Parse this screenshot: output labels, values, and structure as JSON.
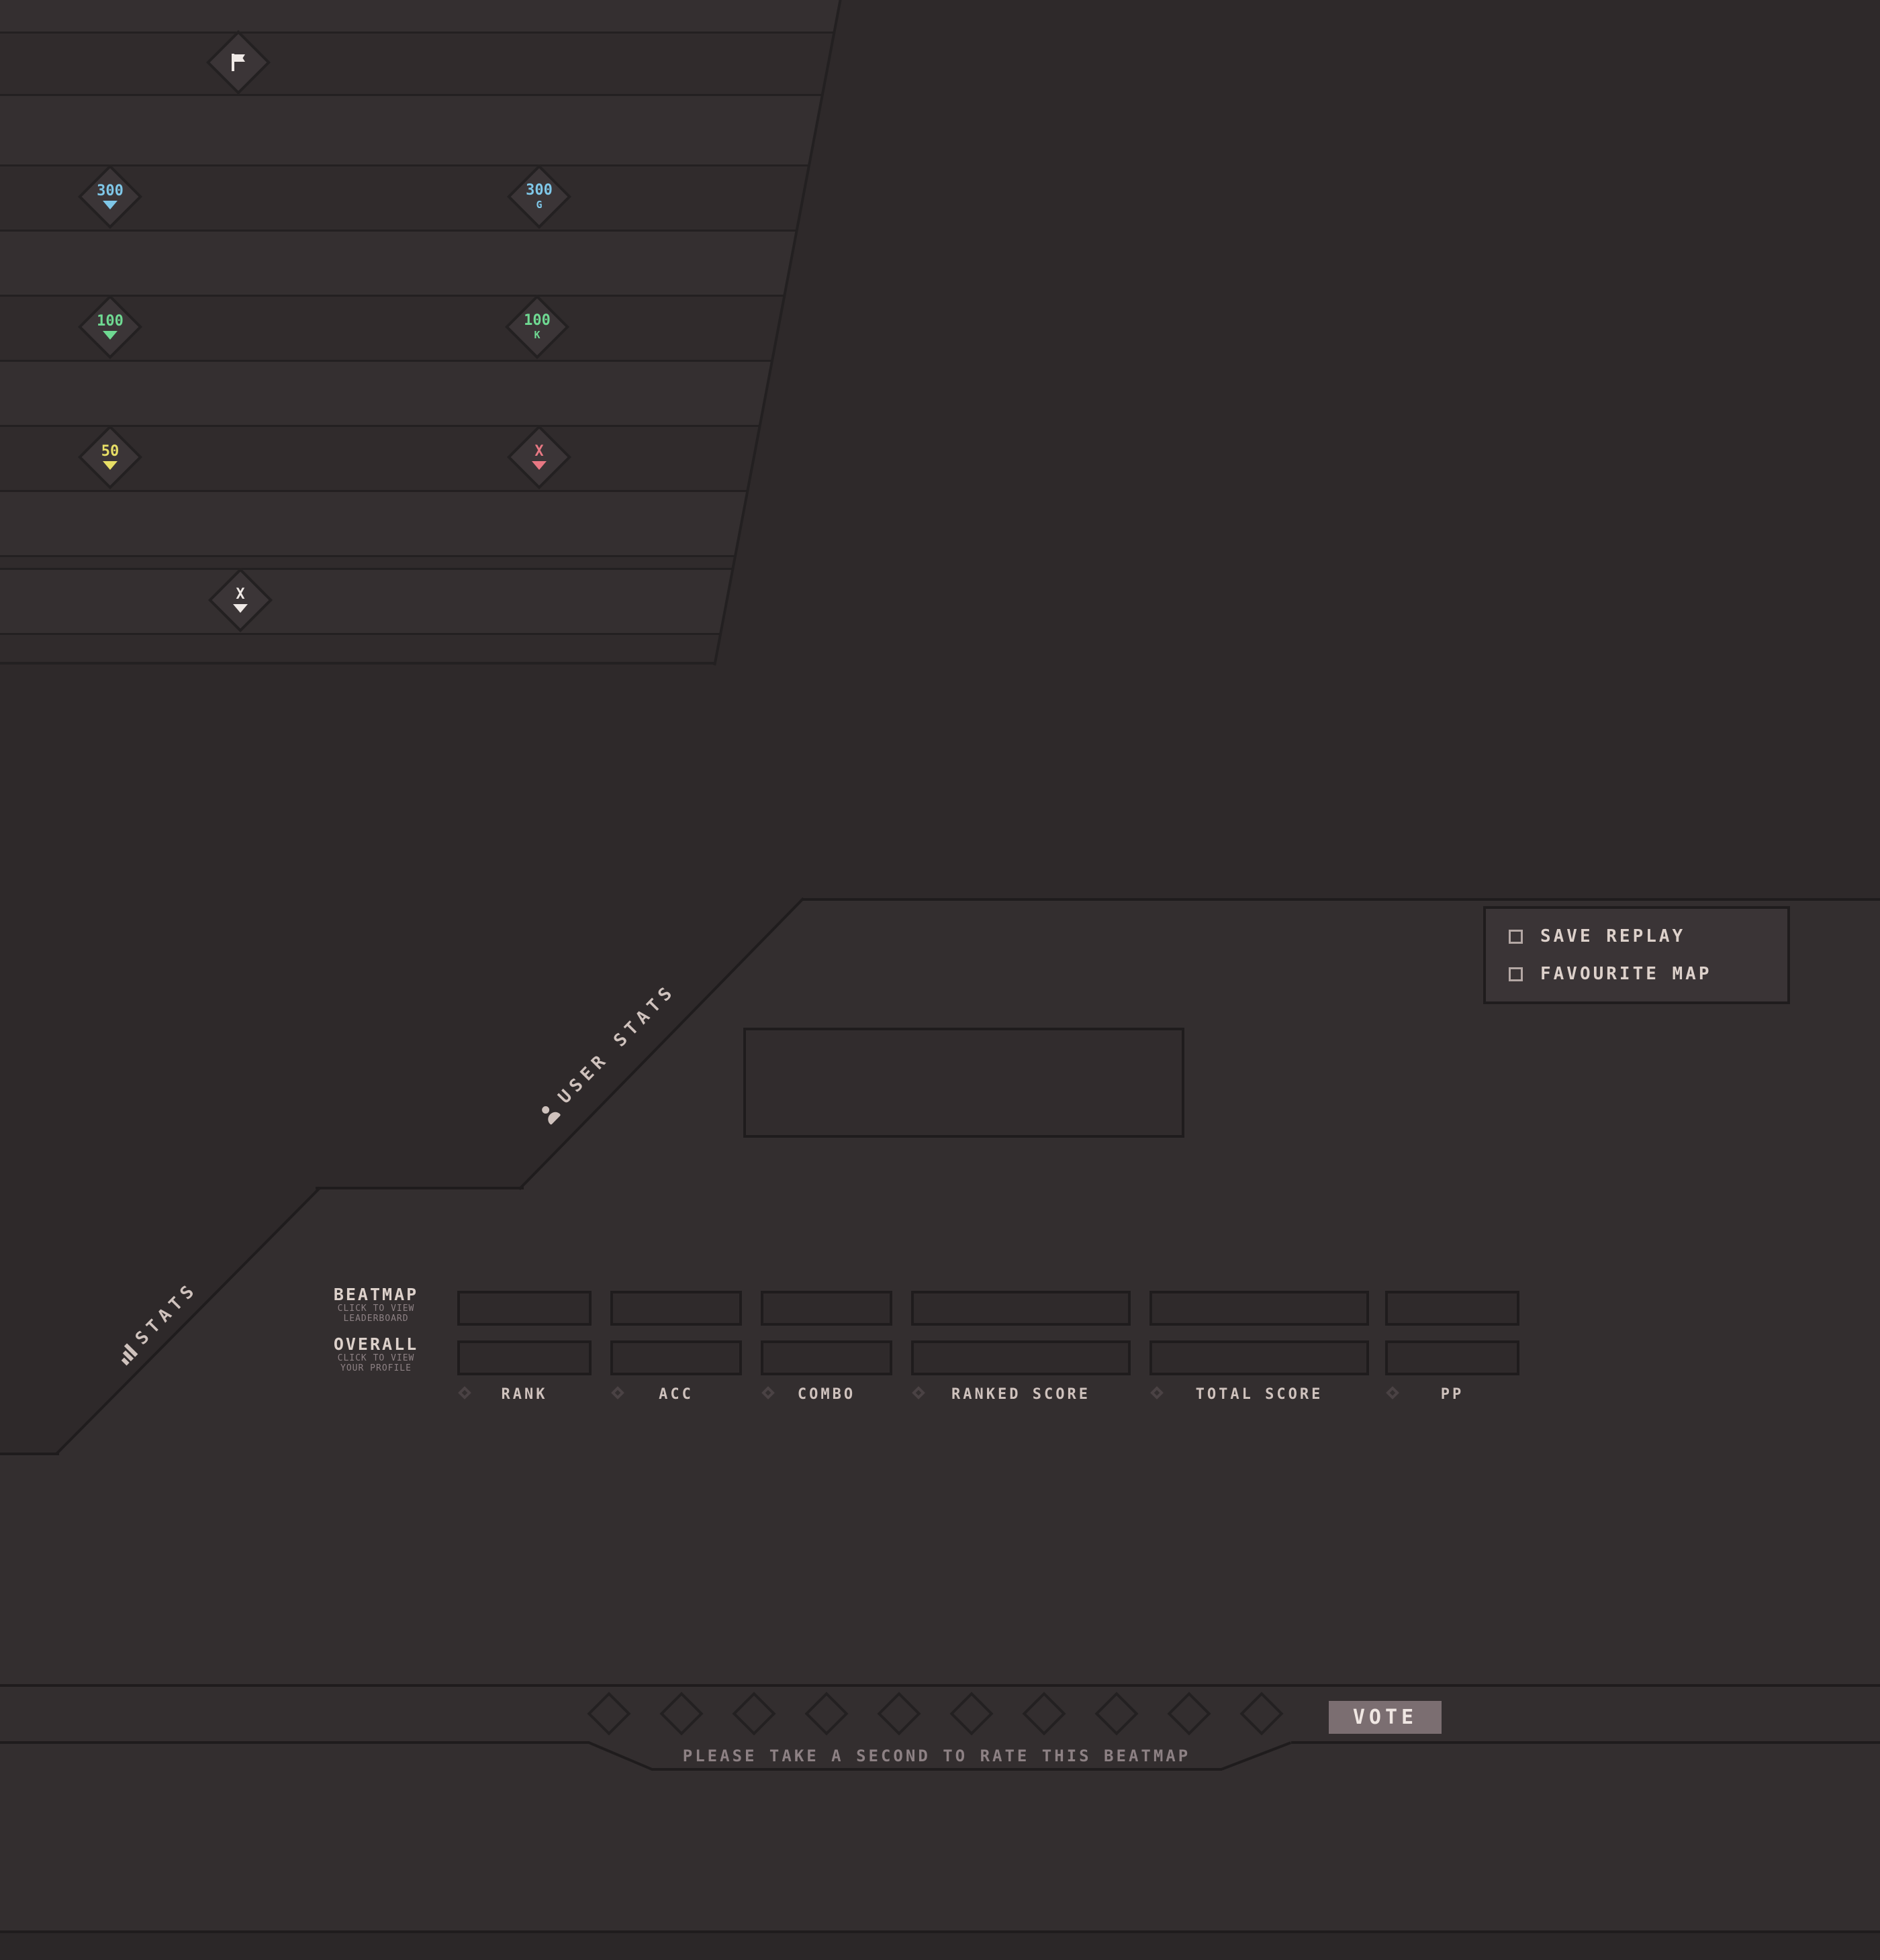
{
  "colors": {
    "background": "#2e292a",
    "panel": "#332e2f",
    "line": "#1f1c1d",
    "hit300_blue": "#7fc7e8",
    "hit100_green": "#6fd992",
    "hit50_yellow": "#e8df66",
    "miss_red": "#e87883",
    "white": "#efe9e6",
    "text": "#ddd1cb",
    "muted_text": "#8d8184",
    "vote_button_bg": "#7b6e71"
  },
  "score_panel": {
    "hits": {
      "flag": {
        "name": "flag"
      },
      "h300": {
        "label": "300"
      },
      "h300g": {
        "label": "300",
        "letter": "G"
      },
      "h100": {
        "label": "100"
      },
      "h100k": {
        "label": "100",
        "letter": "K"
      },
      "h50": {
        "label": "50"
      },
      "miss": {
        "label": "X"
      },
      "xmark": {
        "label": "X"
      }
    }
  },
  "actions": {
    "save_replay": "SAVE REPLAY",
    "favourite_map": "FAVOURITE MAP"
  },
  "tabs": {
    "user_stats": "USER STATS",
    "stats": "STATS"
  },
  "table": {
    "rows": {
      "beatmap": {
        "title": "BEATMAP",
        "sub1": "CLICK TO VIEW",
        "sub2": "LEADERBOARD"
      },
      "overall": {
        "title": "OVERALL",
        "sub1": "CLICK TO VIEW",
        "sub2": "YOUR PROFILE"
      }
    },
    "columns": [
      "RANK",
      "ACC",
      "COMBO",
      "RANKED SCORE",
      "TOTAL SCORE",
      "PP"
    ]
  },
  "vote": {
    "button": "VOTE",
    "prompt": "PLEASE TAKE A SECOND TO RATE THIS BEATMAP",
    "rating_diamonds": 10
  }
}
